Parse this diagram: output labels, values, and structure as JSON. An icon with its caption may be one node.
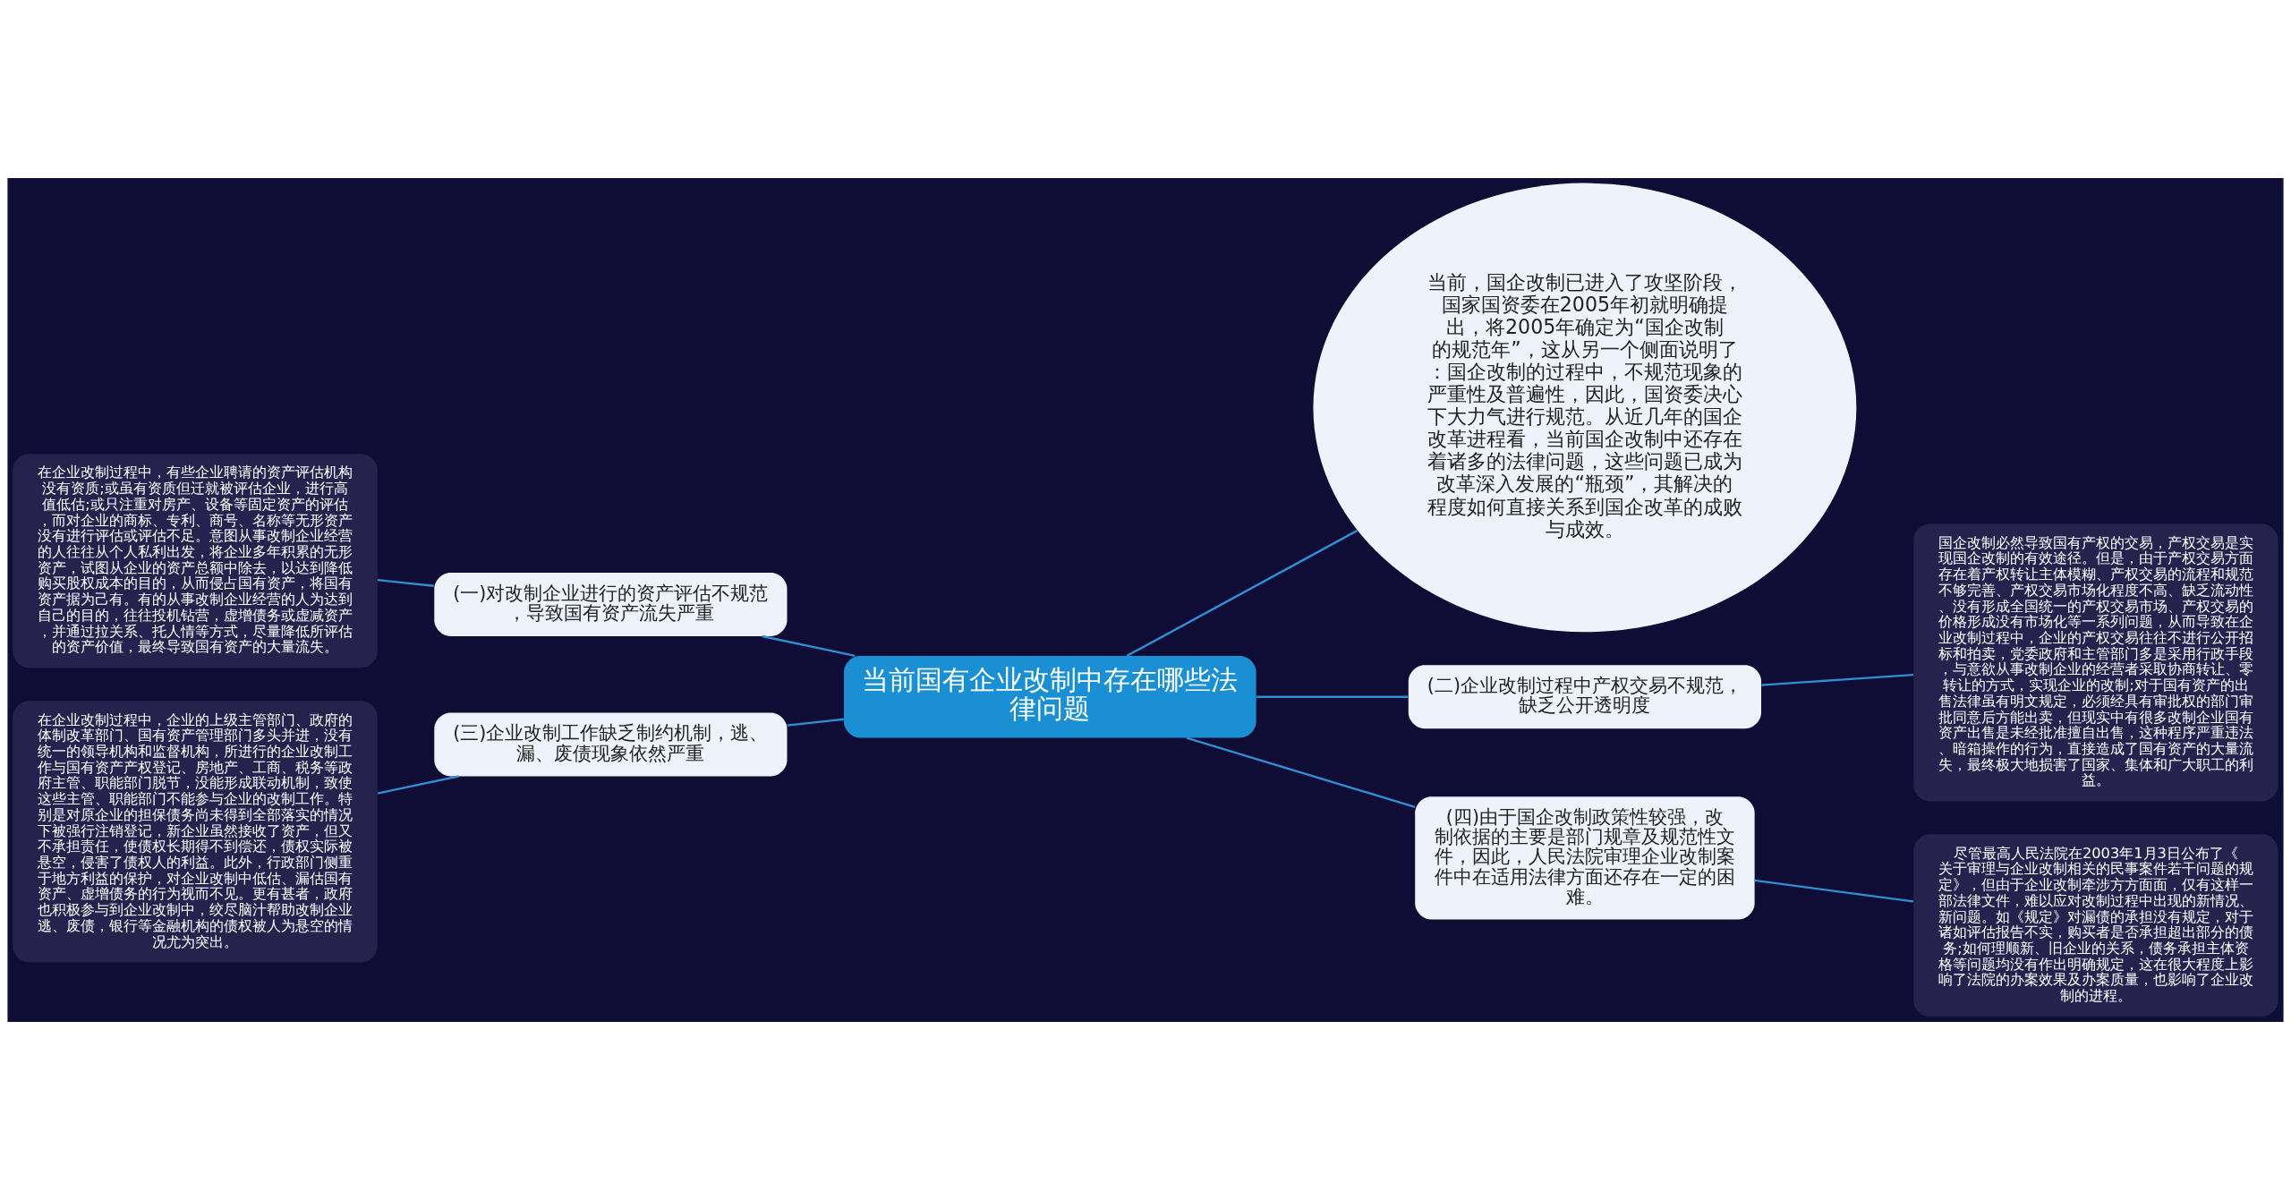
{
  "diagram": {
    "nodes": [
      {
        "text": [
          "当前国有企业改制中存在哪些法律问题"
        ]
      },
      {
        "text": [
          "当前，国企改制已进入了攻坚阶段，国家国资委在2005年初就明确提出，将2005年确定为“国企改制的规范年”，这从另一个侧面说明了：国企改制的过程中，不规范现象的严重性及普遍性，因此，国资委决心下大力气进行规范。从近几年的国企改革进程看，当前国企改制中还存在着诸多的法律问题，这些问题已成为改革深入发展的“瓶颈”，其解决的程度如何直接关系到国企改革的成败与成效。"
        ]
      },
      {
        "text": [
          "(一)对改制企业进行的资产评估不规范，导致国有资产流失严重"
        ]
      },
      {
        "text": [
          "在企业改制过程中，有些企业聘请的资产评估机构没有资质;或虽有资质但迁就被评估企业，进行高值低估;或只注重对房产、设备等固定资产的评估，而对企业的商标、专利、商号、名称等无形资产没有进行评估或评估不足。意图从事改制企业经营的人往往从个人私利出发，将企业多年积累的无形资产，试图从企业的资产总额中除去，以达到降低购买股权成本的目的，从而侵占国有资产，将国有资产据为己有。有的从事改制企业经营的人为达到自己的目的，往往投机钻营，虚增债务或虚减资产，并通过拉关系、托人情等方式，尽量降低所评估的资产价值，最终导致国有资产的大量流失。"
        ]
      },
      {
        "text": [
          "(二)企业改制过程中产权交易不规范，缺乏公开透明度"
        ]
      },
      {
        "text": [
          "国企改制必然导致国有产权的交易，产权交易是实现国企改制的有效途径。但是，由于产权交易方面存在着产权转让主体模糊、产权交易的流程和规范不够完善、产权交易市场化程度不高、缺乏流动性、没有形成全国统一的产权交易市场、产权交易的价格形成没有市场化等一系列问题，从而导致在企业改制过程中，企业的产权交易往往不进行公开招标和拍卖，党委政府和主管部门多是采用行政手段，与意欲从事改制企业的经营者采取协商转让、零转让的方式，实现企业的改制;对于国有资产的出售法律虽有明文规定，必须经具有审批权的部门审批同意后方能出卖，但现实中有很多改制企业国有资产出售是未经批准擅自出售，这种程序严重违法、暗箱操作的行为，直接造成了国有资产的大量流失，最终极大地损害了国家、集体和广大职工的利益。"
        ]
      },
      {
        "text": [
          "(三)企业改制工作缺乏制约机制，逃、漏、废债现象依然严重"
        ]
      },
      {
        "text": [
          "在企业改制过程中，企业的上级主管部门、政府的体制改革部门、国有资产管理部门多头并进，没有统一的领导机构和监督机构，所进行的企业改制工作与国有资产产权登记、房地产、工商、税务等政府主管、职能部门脱节，没能形成联动机制，致使这些主管、职能部门不能参与企业的改制工作。特别是对原企业的担保债务尚未得到全部落实的情况下被强行注销登记，新企业虽然接收了资产，但又不承担责任，使债权长期得不到偿还，债权实际被悬空，侵害了债权人的利益。此外，行政部门侧重于地方利益的保护，对企业改制中低估、漏估国有资产、虚增债务的行为视而不见。更有甚者，政府也积极参与到企业改制中，绞尽脑汁帮助改制企业逃、废债，银行等金融机构的债权被人为悬空的情况尤为突出。"
        ]
      },
      {
        "text": [
          "(四)由于国企改制政策性较强，改制依据的主要是部门规章及规范性文件，因此，人民法院审理企业改制案件中在适用法律方面还存在一定的困难。"
        ]
      },
      {
        "text": [
          "尽管最高人民法院在2003年1月3日公布了《关于审理与企业改制相关的民事案件若干问题的规定》，但由于企业改制牵涉方方面面，仅有这样一部法律文件，难以应对改制过程中出现的新情况、新问题。如《规定》对漏债的承担没有规定，对于诸如评估报告不实，购买者是否承担超出部分的债务;如何理顺新、旧企业的关系，债务承担主体资格等问题均没有作出明确规定，这在很大程度上影响了法院的办案效果及办案质量，也影响了企业改制的进程。"
        ]
      }
    ],
    "edges": [
      {
        "from": 0,
        "to": 1,
        "arrow": "none"
      },
      {
        "from": 0,
        "to": 2,
        "arrow": "none"
      },
      {
        "from": 2,
        "to": 3,
        "arrow": "none"
      },
      {
        "from": 0,
        "to": 4,
        "arrow": "none"
      },
      {
        "from": 4,
        "to": 5,
        "arrow": "none"
      },
      {
        "from": 0,
        "to": 6,
        "arrow": "none"
      },
      {
        "from": 6,
        "to": 7,
        "arrow": "none"
      },
      {
        "from": 0,
        "to": 8,
        "arrow": "none"
      },
      {
        "from": 8,
        "to": 9,
        "arrow": "none"
      }
    ]
  }
}
